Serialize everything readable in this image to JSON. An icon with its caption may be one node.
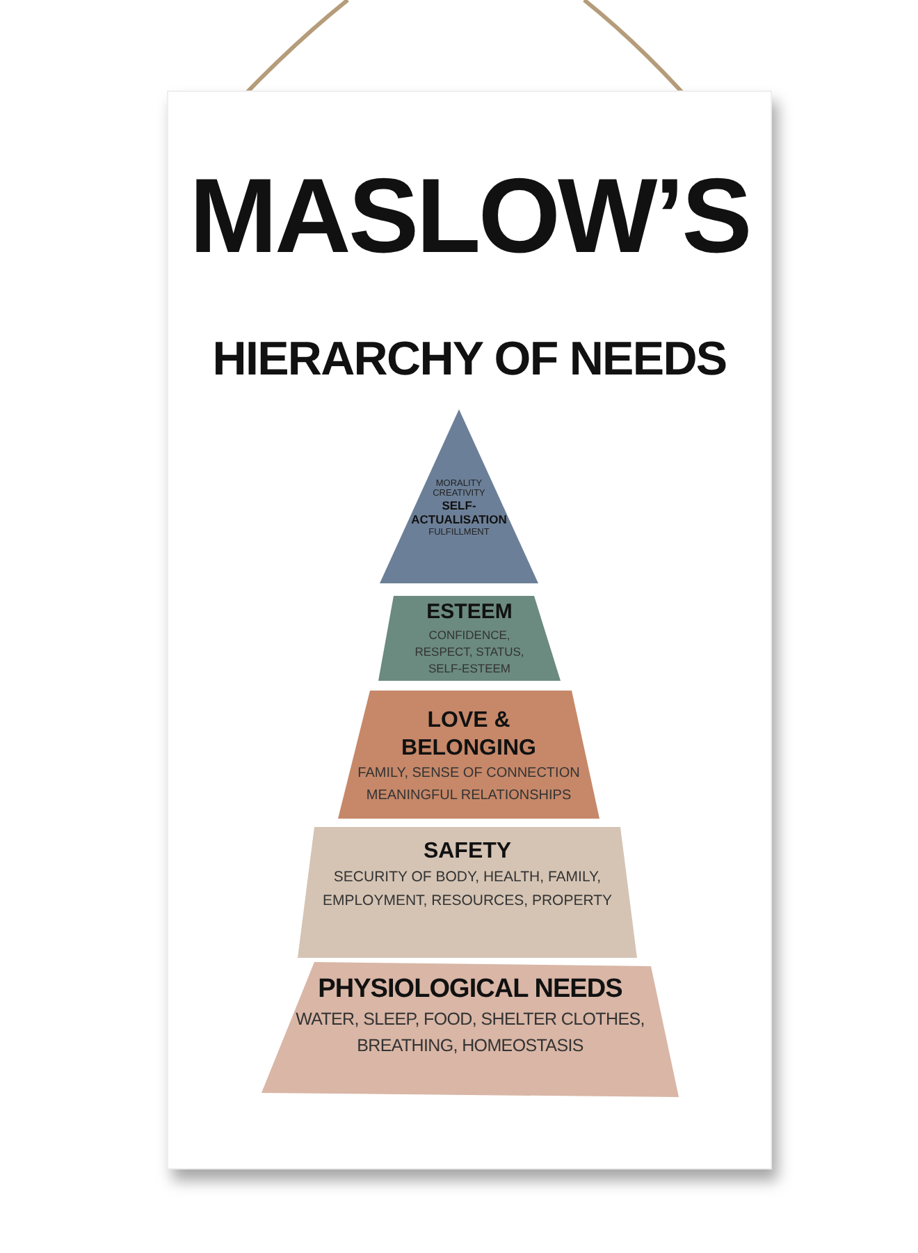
{
  "diagram": {
    "title": "MASLOW’S",
    "nodes": [
      {
        "text": [
          "MORALITY",
          "CREATIVITY",
          "SELF-ACTUALISATION",
          "FULFILLMENT"
        ]
      },
      {
        "text": [
          "ESTEEM",
          "CONFIDENCE, RESPECT, STATUS, SELF-ESTEEM"
        ]
      },
      {
        "text": [
          "LOVE & BELONGING",
          "FAMILY, SENSE OF CONNECTION MEANINGFUL RELATIONSHIPS"
        ]
      },
      {
        "text": [
          "SAFETY",
          "SECURITY OF BODY, HEALTH, FAMILY, EMPLOYMENT, RESOURCES, PROPERTY"
        ]
      },
      {
        "text": [
          "PHYSIOLOGICAL NEEDS",
          "WATER, SLEEP, FOOD, SHELTER CLOTHES, BREATHING, HOMEOSTASIS"
        ]
      }
    ],
    "labels": [
      "HIERARCHY OF NEEDS"
    ]
  }
}
